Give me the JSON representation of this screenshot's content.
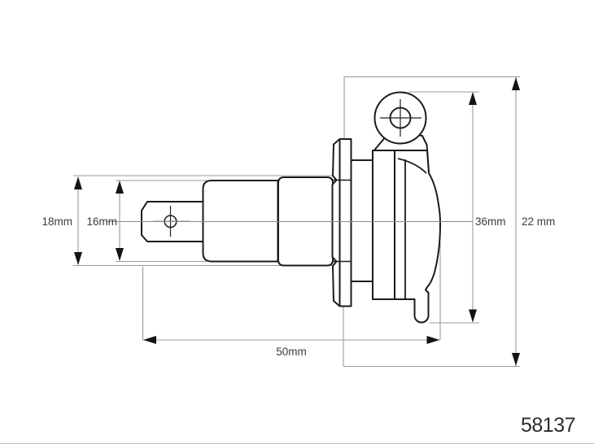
{
  "page": {
    "background": "#ffffff"
  },
  "drawing": {
    "part_number": "58137",
    "dimension_labels": {
      "left_outer": "18mm",
      "left_inner": "16mm",
      "bottom_length": "50mm",
      "right_inner": "36mm",
      "right_outer": "22 mm"
    },
    "colors": {
      "part_outline": "#1b1b1b",
      "dimension_line": "#9a9a9a",
      "label_text": "#3c3c3c",
      "part_number_text": "#2d2d2d"
    }
  }
}
